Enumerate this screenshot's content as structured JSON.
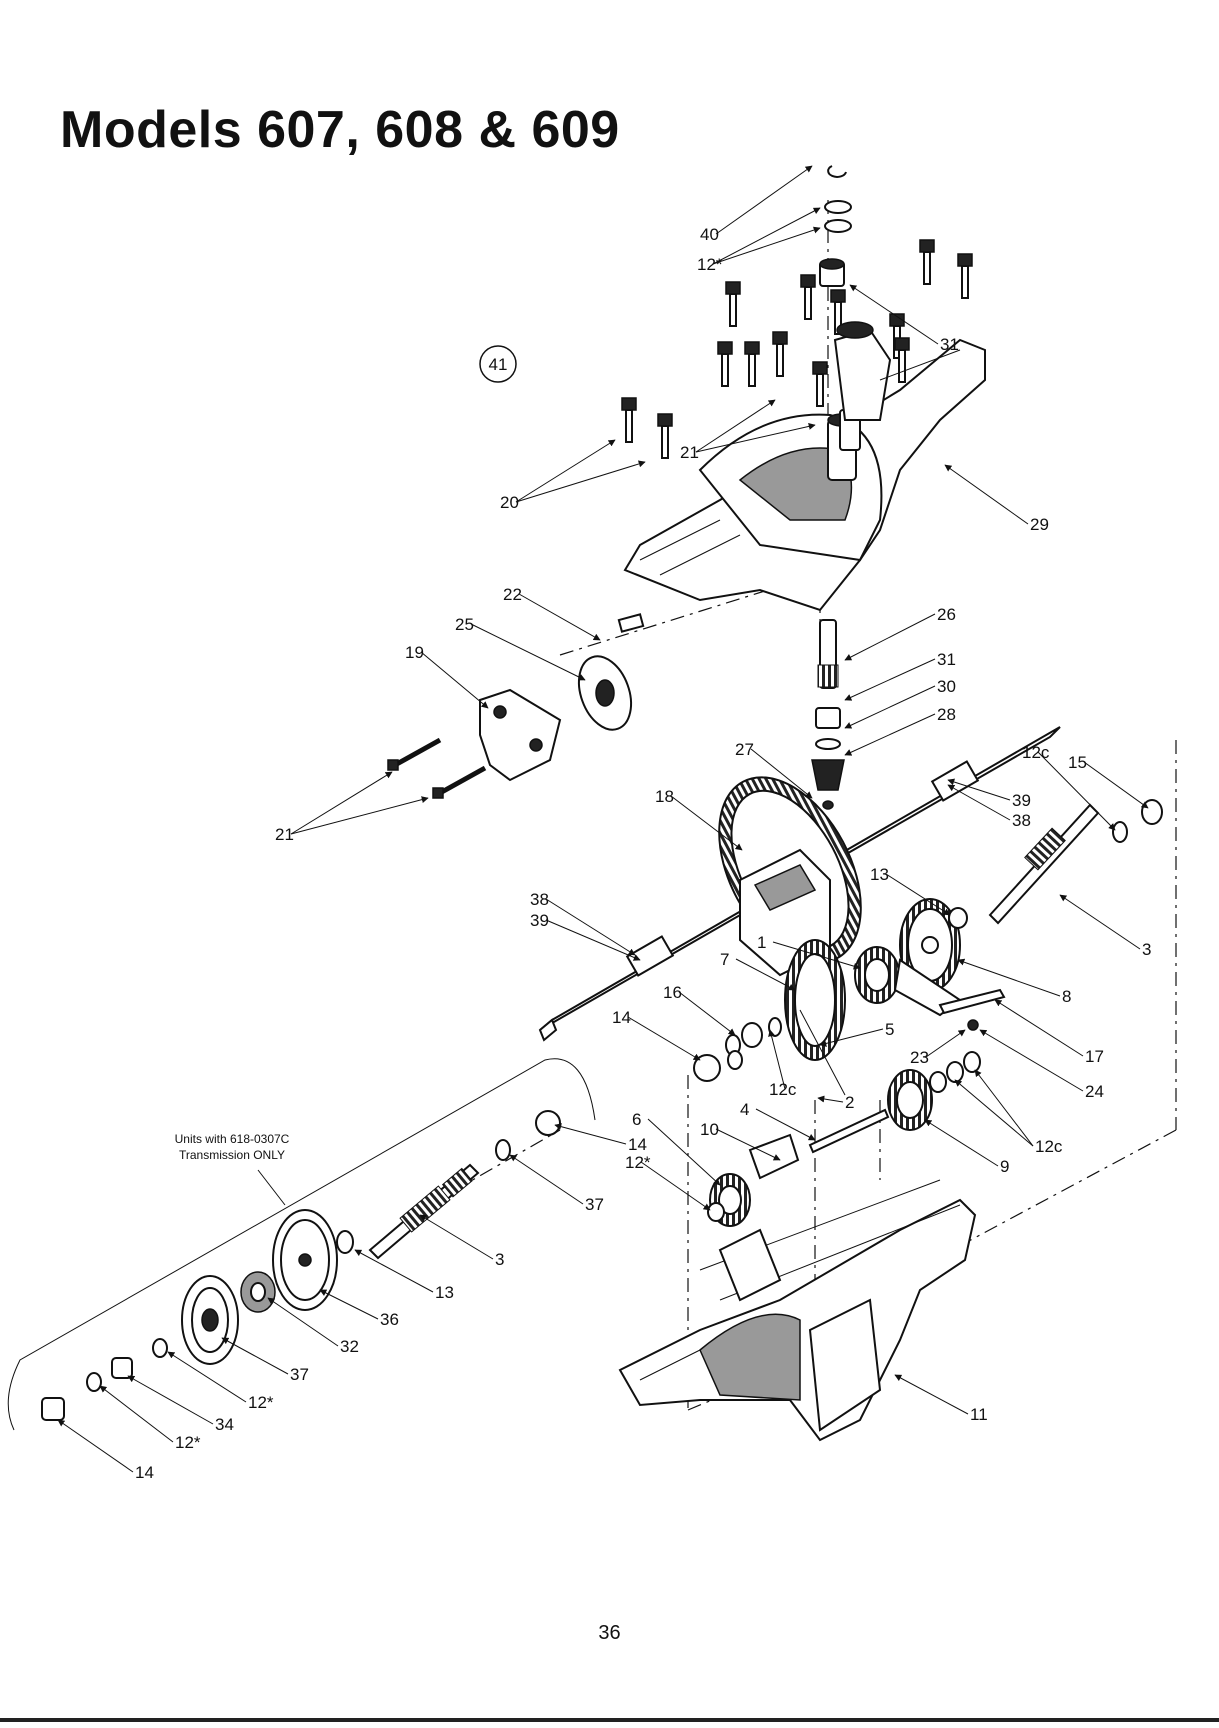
{
  "title": "Models 607, 608 & 609",
  "page_number": "36",
  "assembly_marker": "41",
  "note_lines": [
    "Units with 618-0307C",
    "Transmission ONLY"
  ],
  "callouts": [
    "40",
    "12*",
    "31",
    "21",
    "20",
    "29",
    "22",
    "25",
    "19",
    "26",
    "31",
    "30",
    "28",
    "27",
    "21",
    "15",
    "12c",
    "18",
    "39",
    "38",
    "13",
    "38",
    "39",
    "3",
    "1",
    "8",
    "7",
    "16",
    "17",
    "14",
    "5",
    "23",
    "24",
    "12c",
    "2",
    "4",
    "6",
    "10",
    "14",
    "12*",
    "37",
    "9",
    "12c",
    "3",
    "13",
    "36",
    "32",
    "37",
    "12*",
    "34",
    "12*",
    "14",
    "11"
  ]
}
